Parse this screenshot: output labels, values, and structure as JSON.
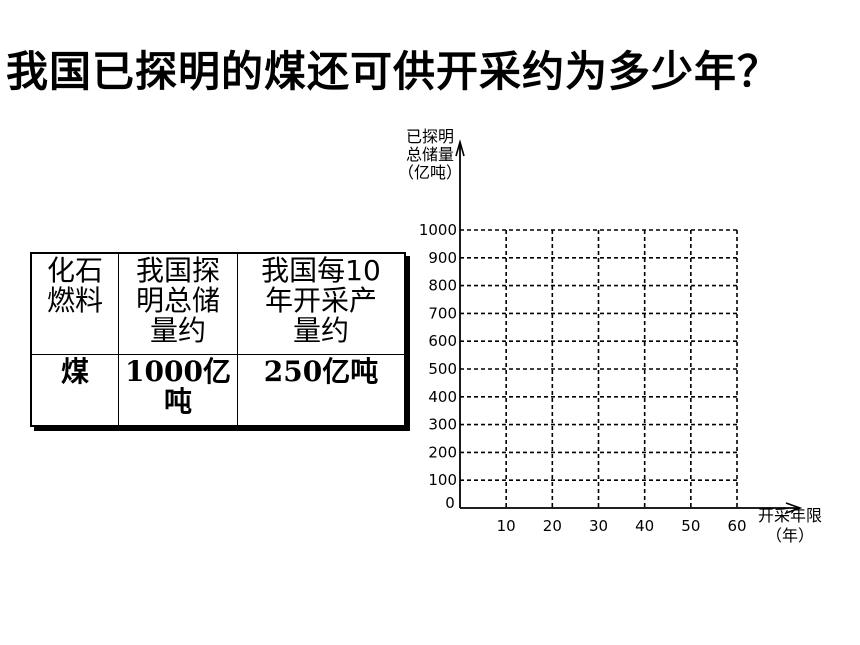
{
  "title": "我国已探明的煤还可供开采约为多少年？",
  "table": {
    "headers": [
      "化石\n燃料",
      "我国探\n明总储\n量约",
      "我国每10\n年开采产\n量约"
    ],
    "rows": [
      [
        "煤",
        "1000亿\n吨",
        "250亿吨"
      ]
    ]
  },
  "chart_data": {
    "type": "line",
    "ylabel": "已探明\n总储量\n（亿吨）",
    "xlabel": "开采年限\n（年）",
    "x_ticks": [
      "10",
      "20",
      "30",
      "40",
      "50",
      "60"
    ],
    "y_ticks": [
      "100",
      "200",
      "300",
      "400",
      "500",
      "600",
      "700",
      "800",
      "900",
      "1000"
    ],
    "origin_label": "0",
    "xlim": [
      0,
      60
    ],
    "ylim": [
      0,
      1000
    ],
    "grid": true,
    "grid_style": "dashed",
    "series": []
  }
}
